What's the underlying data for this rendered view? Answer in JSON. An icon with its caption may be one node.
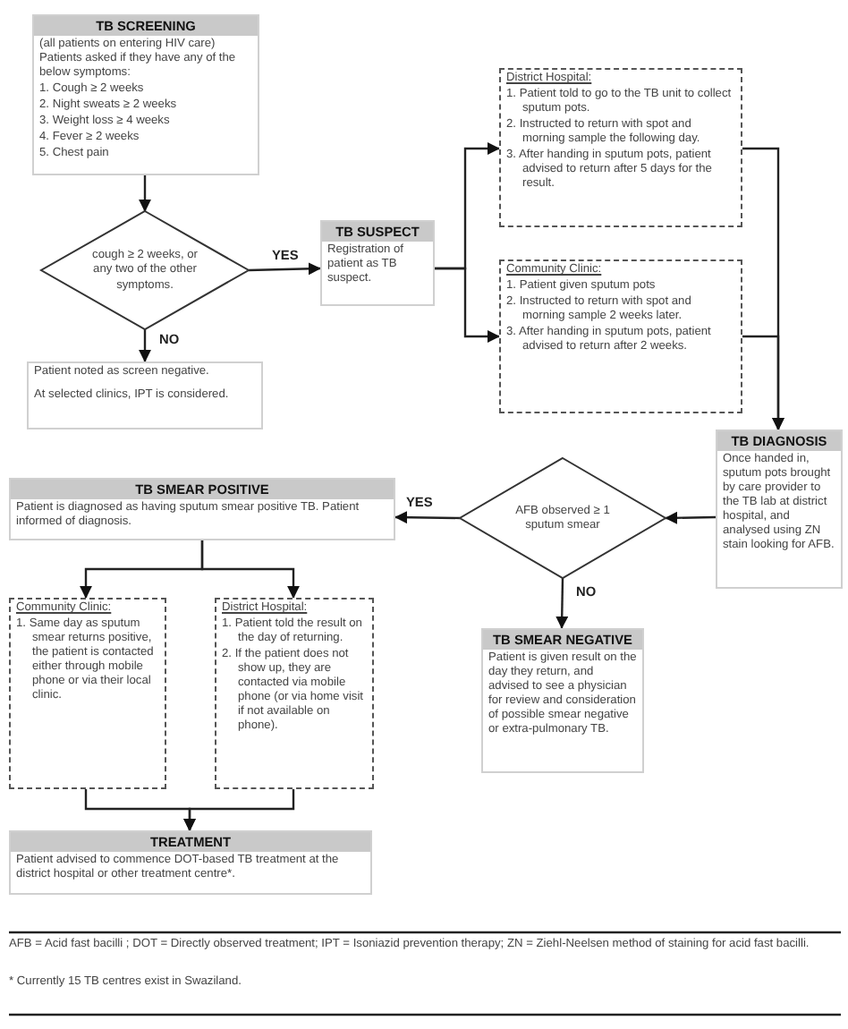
{
  "diagram": {
    "nodes": [
      {
        "text": [
          "TB SCREENING",
          "(all patients on entering HIV care) Patients asked if they have any of the below symptoms:",
          "1. Cough ≥ 2 weeks",
          "2. Night sweats ≥ 2 weeks",
          "3. Weight loss ≥ 4 weeks",
          "4. Fever ≥ 2 weeks",
          "5. Chest pain"
        ]
      },
      {
        "text": [
          "cough ≥ 2 weeks, or any two of the other symptoms."
        ]
      },
      {
        "text": [
          "TB SUSPECT",
          "Registration of patient as TB suspect."
        ]
      },
      {
        "text": [
          "Patient noted as screen negative.",
          "At selected clinics, IPT is considered."
        ]
      },
      {
        "text": [
          "District Hospital:",
          "1. Patient told to go to the TB unit to collect sputum pots.",
          "2. Instructed to return with spot and morning sample the following day.",
          "3. After handing in sputum pots, patient advised to return after 5 days for the result."
        ]
      },
      {
        "text": [
          "Community Clinic:",
          "1. Patient given sputum pots",
          "2. Instructed to return with spot and morning sample 2 weeks later.",
          "3. After handing in sputum pots, patient advised to return after 2 weeks."
        ]
      },
      {
        "text": [
          "TB DIAGNOSIS",
          "Once handed in, sputum pots brought by care provider to the TB lab at district hospital, and analysed using ZN stain looking for AFB."
        ]
      },
      {
        "text": [
          "AFB observed ≥ 1 sputum smear"
        ]
      },
      {
        "text": [
          "TB SMEAR POSITIVE",
          "Patient is diagnosed as having sputum smear positive TB. Patient informed of diagnosis."
        ]
      },
      {
        "text": [
          "TB SMEAR NEGATIVE",
          "Patient is given result on the day they return, and advised to see a physician for review and consideration of possible smear negative or extra-pulmonary TB."
        ]
      },
      {
        "text": [
          "Community Clinic:",
          "1. Same day as sputum smear returns positive, the patient is contacted either through mobile phone or via their local clinic."
        ]
      },
      {
        "text": [
          "District Hospital:",
          "1. Patient told the result on the day of returning.",
          "2. If the patient does not show up, they are contacted via mobile phone (or via home visit if not available on phone)."
        ]
      },
      {
        "text": [
          "TREATMENT",
          "Patient advised to commence DOT-based TB treatment at the district hospital or other treatment centre*."
        ]
      }
    ],
    "edges": [
      {
        "from": 0,
        "to": 1,
        "arrow": "to"
      },
      {
        "from": 1,
        "to": 2,
        "arrow": "to",
        "label": "YES"
      },
      {
        "from": 1,
        "to": 3,
        "arrow": "to",
        "label": "NO"
      },
      {
        "from": 2,
        "to": 4,
        "arrow": "to"
      },
      {
        "from": 2,
        "to": 5,
        "arrow": "to"
      },
      {
        "from": 4,
        "to": 6,
        "arrow": "to"
      },
      {
        "from": 5,
        "to": 6,
        "arrow": "to"
      },
      {
        "from": 6,
        "to": 7,
        "arrow": "to"
      },
      {
        "from": 7,
        "to": 8,
        "arrow": "to",
        "label": "YES"
      },
      {
        "from": 7,
        "to": 9,
        "arrow": "to",
        "label": "NO"
      },
      {
        "from": 8,
        "to": 10,
        "arrow": "to"
      },
      {
        "from": 8,
        "to": 11,
        "arrow": "to"
      },
      {
        "from": 10,
        "to": 12,
        "arrow": "to"
      },
      {
        "from": 11,
        "to": 12,
        "arrow": "to"
      }
    ],
    "labels": [
      "AFB = Acid fast bacilli ; DOT = Directly observed treatment; IPT = Isoniazid prevention therapy; ZN = Ziehl-Neelsen method of staining for acid fast bacilli.",
      "* Currently 15 TB centres exist in Swaziland."
    ]
  }
}
